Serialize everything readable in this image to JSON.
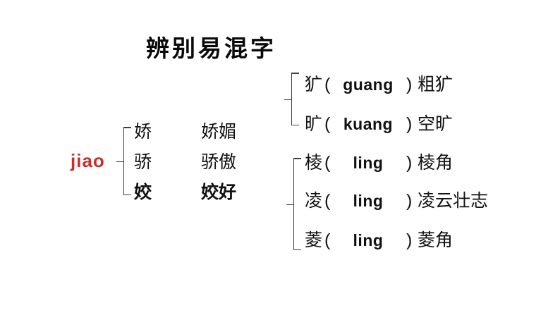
{
  "title": "辨别易混字",
  "colors": {
    "accent_red": "#c5302c",
    "text": "#111111",
    "line": "#3e3e3e",
    "background": "#ffffff"
  },
  "punct": {
    "open": "(",
    "close": ")"
  },
  "left_group": {
    "label": "jiao",
    "rows": [
      {
        "char": "娇",
        "word": "娇媚",
        "bold": false
      },
      {
        "char": "骄",
        "word": "骄傲",
        "bold": false
      },
      {
        "char": "姣",
        "word": "姣好",
        "bold": true
      }
    ]
  },
  "right_groups": [
    {
      "rows": [
        {
          "char": "犷",
          "pinyin": "guang",
          "word": "粗犷"
        },
        {
          "char": "旷",
          "pinyin": "kuang",
          "word": "空旷"
        }
      ]
    },
    {
      "rows": [
        {
          "char": "棱",
          "pinyin": "ling",
          "word": "棱角"
        },
        {
          "char": "凌",
          "pinyin": "ling",
          "word": "凌云壮志"
        },
        {
          "char": "菱",
          "pinyin": "ling",
          "word": "菱角"
        }
      ]
    }
  ]
}
